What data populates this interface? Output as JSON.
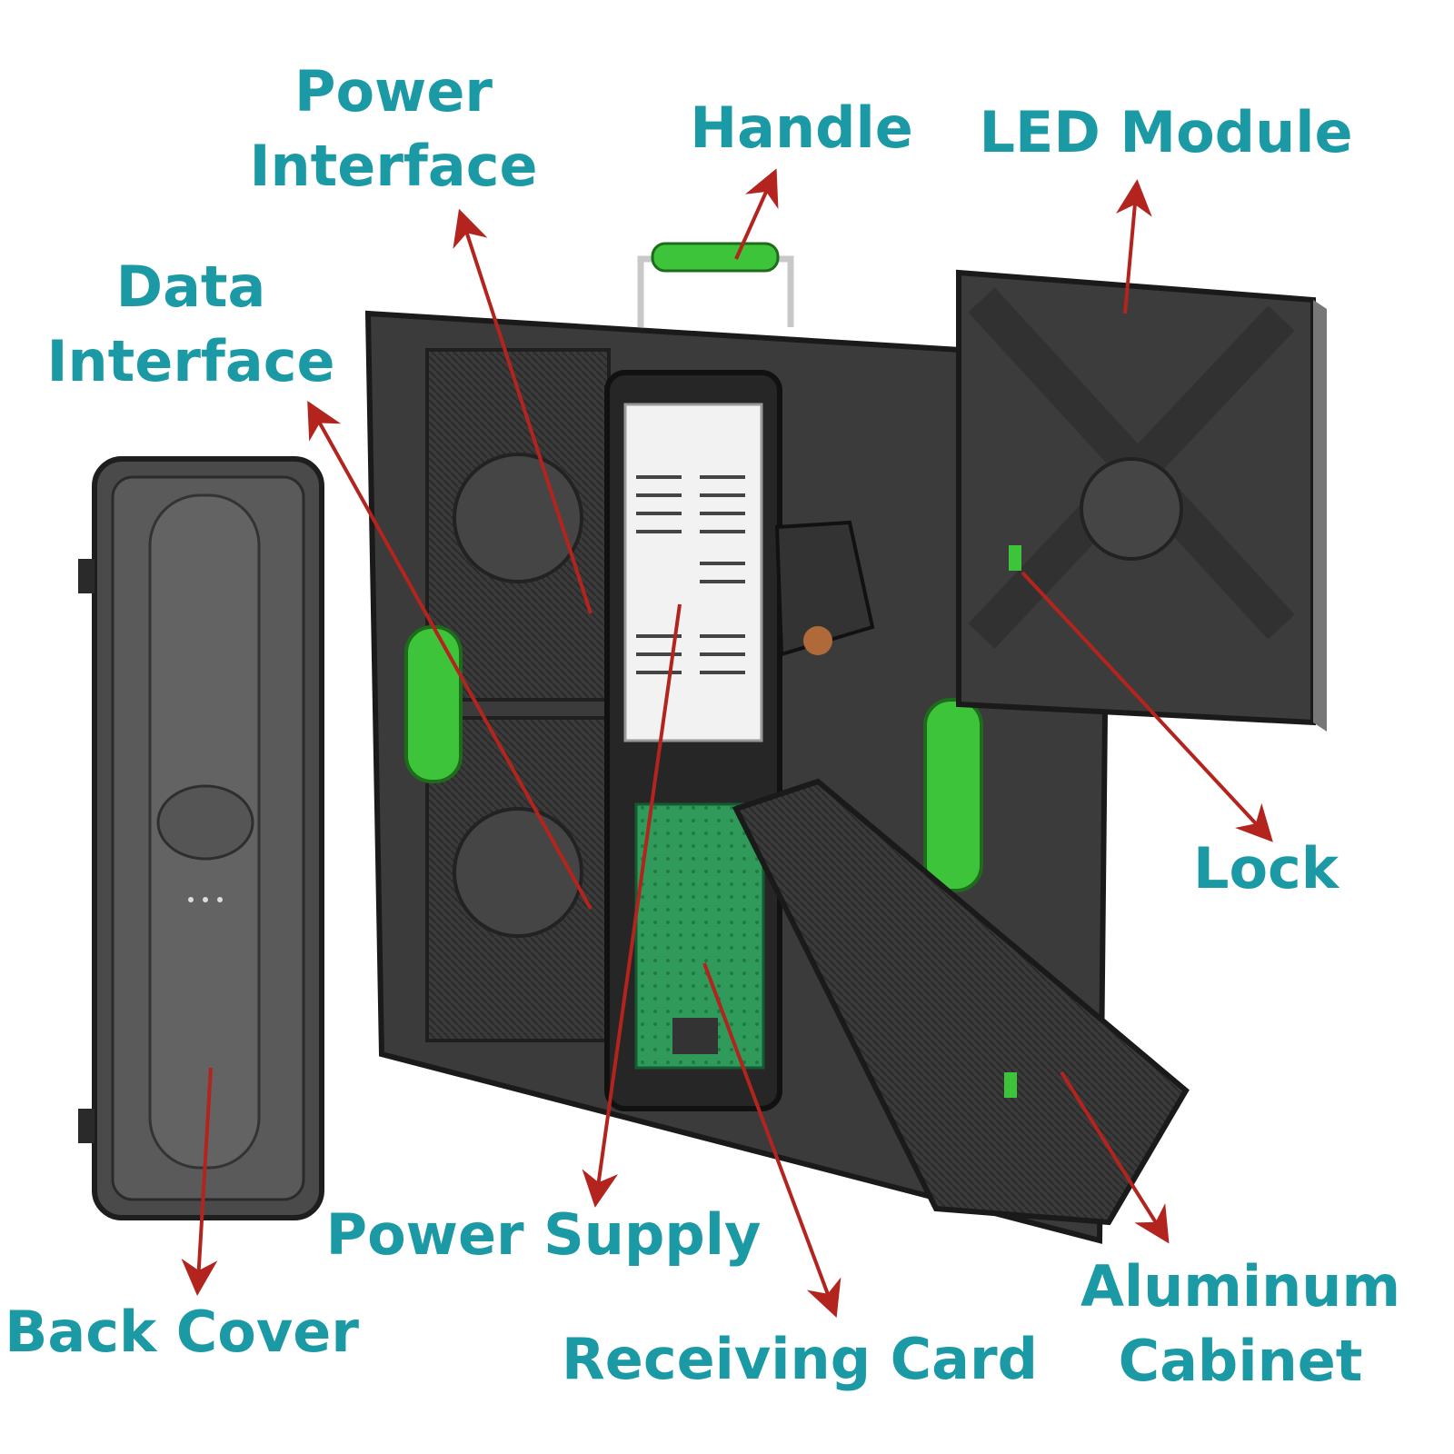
{
  "colors": {
    "label": "#1b9aa6",
    "arrow": "#b3241e",
    "cabinet": "#3b3b3b",
    "handle_green": "#3ec43a",
    "circuit_green": "#2f9a5a"
  },
  "labels": {
    "power_interface_1": "Power",
    "power_interface_2": "Interface",
    "handle": "Handle",
    "led_module": "LED Module",
    "data_interface_1": "Data",
    "data_interface_2": "Interface",
    "lock": "Lock",
    "power_supply": "Power Supply",
    "back_cover": "Back Cover",
    "receiving_card": "Receiving Card",
    "aluminum_cabinet_1": "Aluminum",
    "aluminum_cabinet_2": "Cabinet"
  }
}
